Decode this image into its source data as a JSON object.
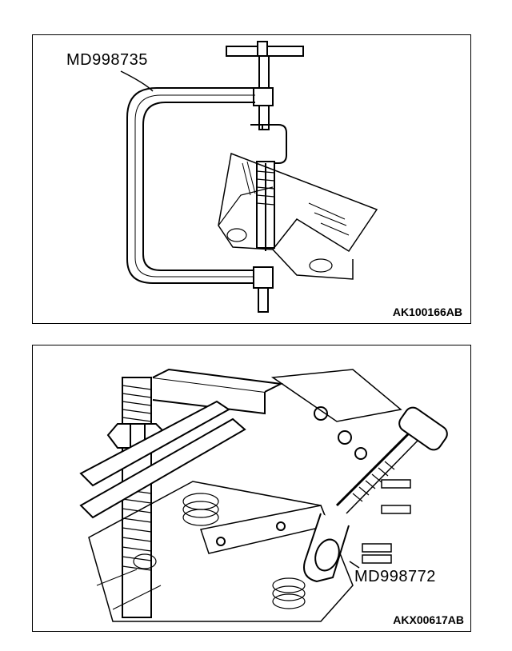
{
  "figures": [
    {
      "tool_label": "MD998735",
      "figure_code": "AK100166AB",
      "illustration": "c-clamp-valve-spring-compressor-icon"
    },
    {
      "tool_label": "MD998772",
      "figure_code": "AKX00617AB",
      "illustration": "valve-spring-compressor-on-cylinder-head-icon"
    }
  ],
  "colors": {
    "line": "#000000",
    "background": "#ffffff"
  }
}
